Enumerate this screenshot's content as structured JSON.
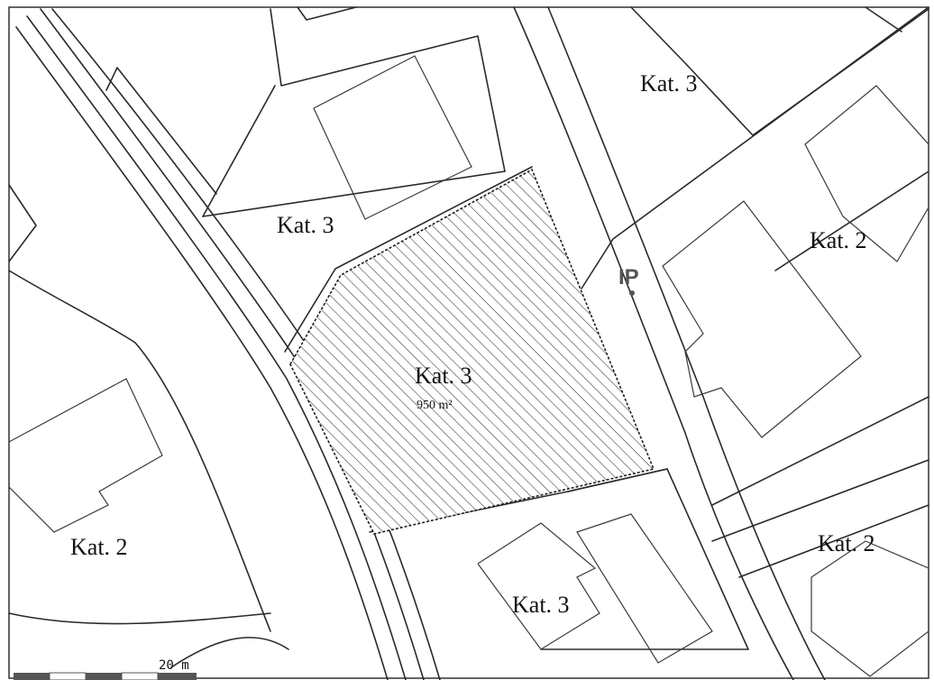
{
  "map": {
    "labels": [
      {
        "id": "kat3-top",
        "text": "Kat. 3"
      },
      {
        "id": "kat3-left",
        "text": "Kat. 3"
      },
      {
        "id": "kat2-right",
        "text": "Kat. 2"
      },
      {
        "id": "kat3-plot",
        "text": "Kat. 3"
      },
      {
        "id": "kat2-bottom-left",
        "text": "Kat. 2"
      },
      {
        "id": "kat2-bottom-right",
        "text": "Kat. 2"
      },
      {
        "id": "kat3-bottom",
        "text": "Kat. 3"
      }
    ],
    "plot_area": "950 m²",
    "marker": "IP",
    "scale_label": "20 m"
  },
  "colors": {
    "line": "#2a2a2a",
    "marker": "#555555",
    "background": "#ffffff"
  }
}
